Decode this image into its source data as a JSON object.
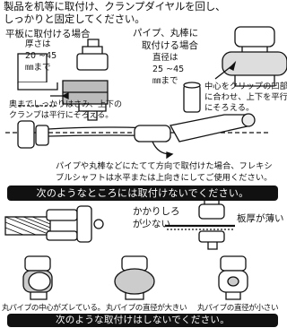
{
  "intro": {
    "line1": "製品を机等に取付け、クランプダイヤルを回し、",
    "line2": "しっかりと固定してください。"
  },
  "flat_mount": {
    "title": "平板に取付ける場合",
    "thickness_label": "厚さは",
    "thickness_range": "20 ~45",
    "thickness_unit": "㎜まで"
  },
  "pipe_mount": {
    "title1": "パイプ、丸棒に",
    "title2": "取付ける場合",
    "diameter_label": "直径は",
    "diameter_range": "25 ~45",
    "diameter_unit": "㎜まで"
  },
  "center_note": {
    "line1": "中心をクリップの凹部",
    "line2": "に合わせ、上下を平行",
    "line3": "にそろえる。"
  },
  "depth_note": {
    "line1": "奥までしっかりはさみ、上下の",
    "line2": "クランプは平行にそろえる。"
  },
  "flexi_note": {
    "line1": "パイプや丸棒などにたてて方向で取付けた場合、フレキシ",
    "line2": "ブルシャフトは水平または上向きにしてご使用ください。"
  },
  "banner1": "次のようなところには取付けないでください。",
  "ng_items": {
    "small_grip1": "かかりしろ",
    "small_grip2": "が少ない",
    "thin_board": "板厚が薄い"
  },
  "pipe_ng": {
    "offset": "丸パイプの中心がズレている。",
    "too_large": "丸パイプの直径が大きい",
    "too_small": "丸パイプの直径が小さい"
  },
  "banner2": "次のような取付けはしないでください。"
}
